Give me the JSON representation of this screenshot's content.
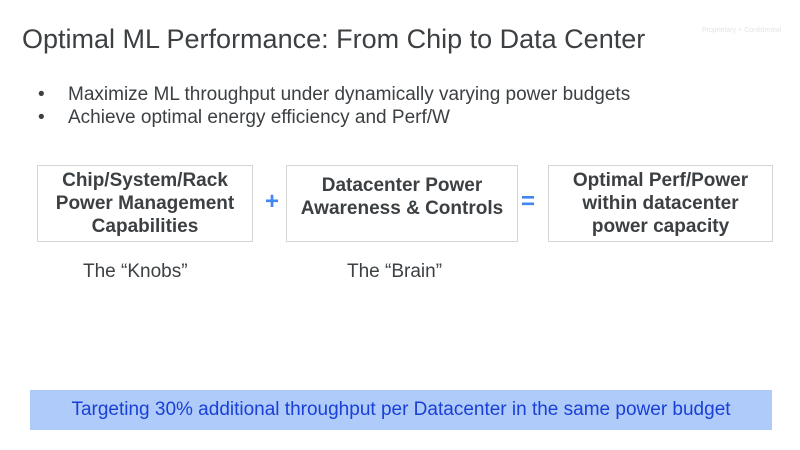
{
  "slide": {
    "title": "Optimal ML Performance: From Chip to Data Center",
    "confidential": "Proprietary + Confidential",
    "bullets": [
      "Maximize ML throughput under dynamically varying power budgets",
      "Achieve optimal energy efficiency and Perf/W"
    ],
    "bullet_glyph": "•",
    "boxes": [
      "Chip/System/Rack\nPower Management\nCapabilities",
      "Datacenter Power\nAwareness & Controls",
      "Optimal Perf/Power\nwithin datacenter\npower capacity"
    ],
    "operators": [
      "+",
      "="
    ],
    "labels": [
      "The “Knobs”",
      "The “Brain”"
    ],
    "banner": "Targeting 30% additional throughput per Datacenter in the same power budget",
    "colors": {
      "accent": "#4285f4",
      "banner_bg": "#aecbfa",
      "banner_text": "#1a3fd6",
      "text": "#3c4043"
    }
  }
}
